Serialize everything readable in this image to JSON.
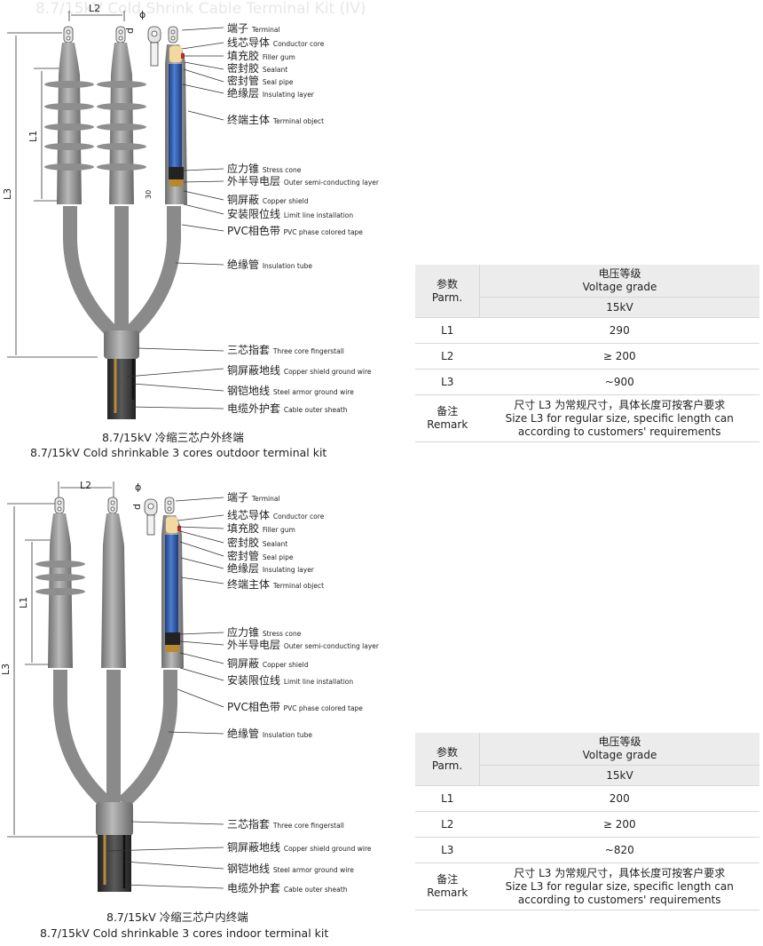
{
  "header": "8.7/15kV Cold Shrink Cable Terminal Kit (IV)",
  "colors": {
    "cable": "#8a8a8a",
    "body_blue": "#2f5fb0",
    "tape_orange": "#e0a030",
    "tape_teal": "#4a8aa0",
    "tape_red": "#c0282b",
    "sheath": "#3a3a3a"
  },
  "labels": [
    {
      "cn": "端子",
      "en": "Terminal"
    },
    {
      "cn": "线芯导体",
      "en": "Conductor core"
    },
    {
      "cn": "填充胶",
      "en": "Filler gum"
    },
    {
      "cn": "密封胶",
      "en": "Sealant"
    },
    {
      "cn": "密封管",
      "en": "Seal pipe"
    },
    {
      "cn": "绝缘层",
      "en": "Insulating layer"
    },
    {
      "cn": "终端主体",
      "en": "Terminal object"
    },
    {
      "cn": "应力锥",
      "en": "Stress cone"
    },
    {
      "cn": "外半导电层",
      "en": "Outer semi-conducting layer"
    },
    {
      "cn": "铜屏蔽",
      "en": "Copper shield"
    },
    {
      "cn": "安装限位线",
      "en": "Limit line installation"
    },
    {
      "cn": "PVC相色带",
      "en": "PVC phase colored tape"
    },
    {
      "cn": "绝缘管",
      "en": "Insulation tube"
    },
    {
      "cn": "三芯指套",
      "en": "Three core fingerstall"
    },
    {
      "cn": "铜屏蔽地线",
      "en": "Copper shield ground wire"
    },
    {
      "cn": "钢铠地线",
      "en": "Steel armor ground wire"
    },
    {
      "cn": "电缆外护套",
      "en": "Cable outer sheath"
    }
  ],
  "dims": {
    "l1": "L1",
    "l2": "L2",
    "l3": "L3",
    "phi": "ϕ",
    "d": "d",
    "thirty": "30"
  },
  "kits": [
    {
      "caption_cn": "8.7/15kV 冷缩三芯户外终端",
      "caption_en": "8.7/15kV Cold shrinkable 3 cores outdoor terminal kit",
      "table": {
        "parm_cn": "参数",
        "parm_en": "Parm.",
        "vg_cn": "电压等级",
        "vg_en": "Voltage grade",
        "kv": "15kV",
        "rows": [
          {
            "k": "L1",
            "v": "290"
          },
          {
            "k": "L2",
            "v": "≥ 200"
          },
          {
            "k": "L3",
            "v": "~900"
          }
        ],
        "remark_cn": "备注",
        "remark_en": "Remark",
        "remark_line1": "尺寸 L3 为常规尺寸，具体长度可按客户要求",
        "remark_line2": "Size L3 for regular size, specific length can",
        "remark_line3": "according to customers' requirements"
      }
    },
    {
      "caption_cn": "8.7/15kV 冷缩三芯户内终端",
      "caption_en": "8.7/15kV Cold shrinkable 3 cores indoor terminal kit",
      "table": {
        "parm_cn": "参数",
        "parm_en": "Parm.",
        "vg_cn": "电压等级",
        "vg_en": "Voltage grade",
        "kv": "15kV",
        "rows": [
          {
            "k": "L1",
            "v": "200"
          },
          {
            "k": "L2",
            "v": "≥ 200"
          },
          {
            "k": "L3",
            "v": "~820"
          }
        ],
        "remark_cn": "备注",
        "remark_en": "Remark",
        "remark_line1": "尺寸 L3 为常规尺寸，具体长度可按客户要求",
        "remark_line2": "Size L3 for regular size, specific length can",
        "remark_line3": "according to customers' requirements"
      }
    }
  ]
}
